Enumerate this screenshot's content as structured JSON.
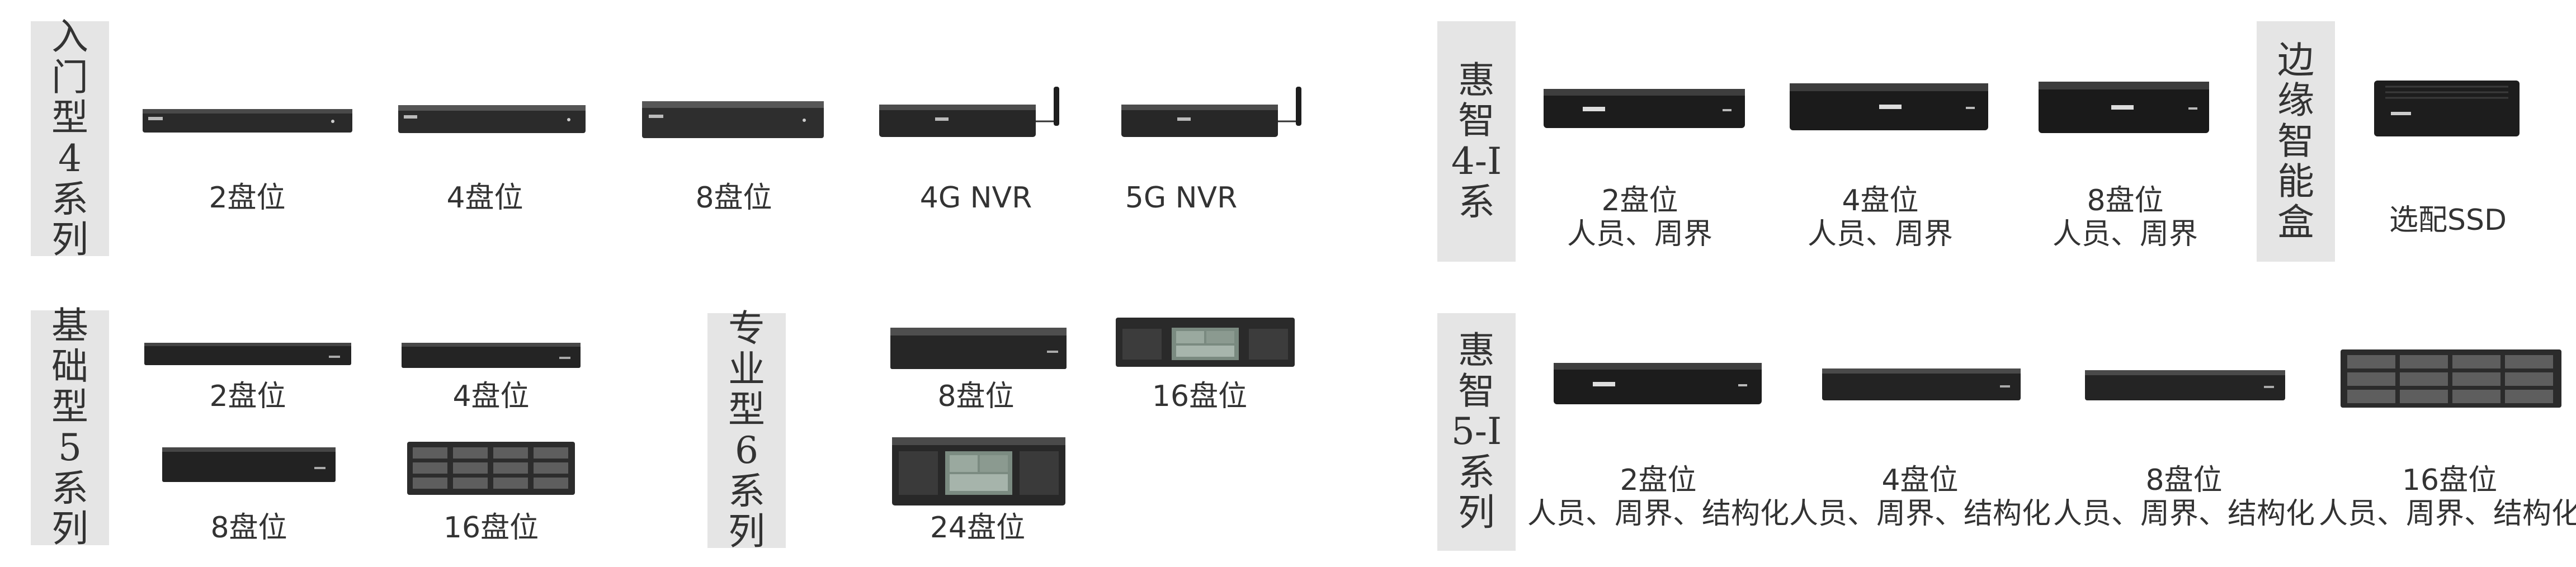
{
  "groups": {
    "entry4": {
      "tab": [
        "入",
        "门",
        "型",
        "4",
        "系",
        "列"
      ],
      "items": [
        {
          "label": "2盘位"
        },
        {
          "label": "4盘位"
        },
        {
          "label": "8盘位"
        },
        {
          "label": "4G NVR"
        },
        {
          "label": "5G NVR"
        }
      ]
    },
    "basic5": {
      "tab": [
        "基",
        "础",
        "型",
        "5",
        "系",
        "列"
      ],
      "items": [
        {
          "label": "2盘位"
        },
        {
          "label": "4盘位"
        },
        {
          "label": "8盘位"
        },
        {
          "label": "16盘位"
        }
      ]
    },
    "pro6": {
      "tab": [
        "专",
        "业",
        "型",
        "6",
        "系",
        "列"
      ],
      "items": [
        {
          "label": "8盘位"
        },
        {
          "label": "16盘位"
        },
        {
          "label": "24盘位"
        }
      ]
    },
    "smart4i": {
      "tab": [
        "惠",
        "智",
        "4-I",
        "系"
      ],
      "items": [
        {
          "label": "2盘位",
          "sub": "人员、周界"
        },
        {
          "label": "4盘位",
          "sub": "人员、周界"
        },
        {
          "label": "8盘位",
          "sub": "人员、周界"
        }
      ]
    },
    "edge": {
      "tab": [
        "边",
        "缘",
        "智",
        "能",
        "盒"
      ],
      "items": [
        {
          "label": "选配SSD"
        }
      ]
    },
    "smart5i": {
      "tab": [
        "惠",
        "智",
        "5-I",
        "系",
        "列"
      ],
      "items": [
        {
          "label": "2盘位",
          "sub": "人员、周界、结构化"
        },
        {
          "label": "4盘位",
          "sub": "人员、周界、结构化"
        },
        {
          "label": "8盘位",
          "sub": "人员、周界、结构化"
        },
        {
          "label": "16盘位",
          "sub": "人员、周界、结构化"
        }
      ]
    }
  }
}
